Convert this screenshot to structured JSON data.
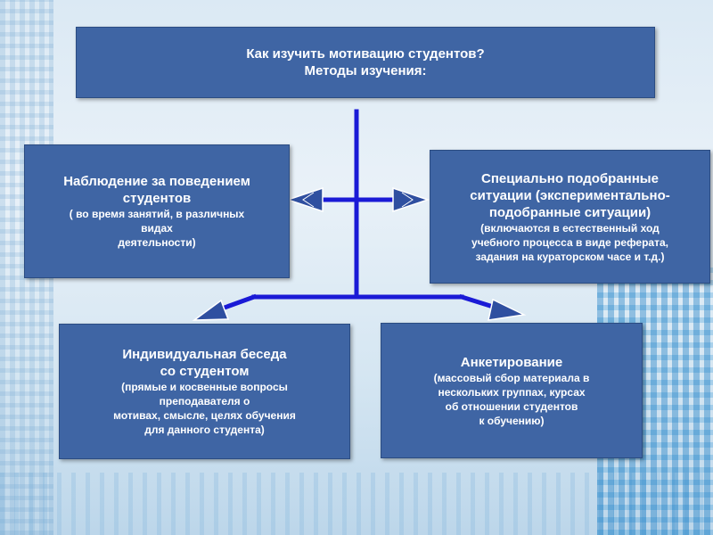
{
  "header": {
    "title": "Как изучить мотивацию студентов?\nМетоды изучения:"
  },
  "methods": {
    "observation": {
      "title": "Наблюдение за поведением\nстудентов",
      "note": "( во время  занятий, в различных\nвидах\nдеятельности)"
    },
    "special_situations": {
      "title": "Специально подобранные\nситуации (экспериментально-\nподобранные ситуации)",
      "note": "(включаются в естественный ход\nучебного процесса в виде реферата,\nзадания на кураторском часе и т.д.)"
    },
    "interview": {
      "title": "Индивидуальная беседа\nсо студентом",
      "note": "(прямые и косвенные вопросы\nпреподавателя о\nмотивах, смысле, целях обучения\nдля данного студента)"
    },
    "questionnaire": {
      "title": "Анкетирование",
      "note": "(массовый сбор материала в\nнескольких  группах, курсах\nоб отношении студентов\nк обучению)"
    }
  },
  "colors": {
    "box_fill": "#3f65a4",
    "connector": "#1a1ad6",
    "arrow_fill": "#2f4fa0"
  }
}
